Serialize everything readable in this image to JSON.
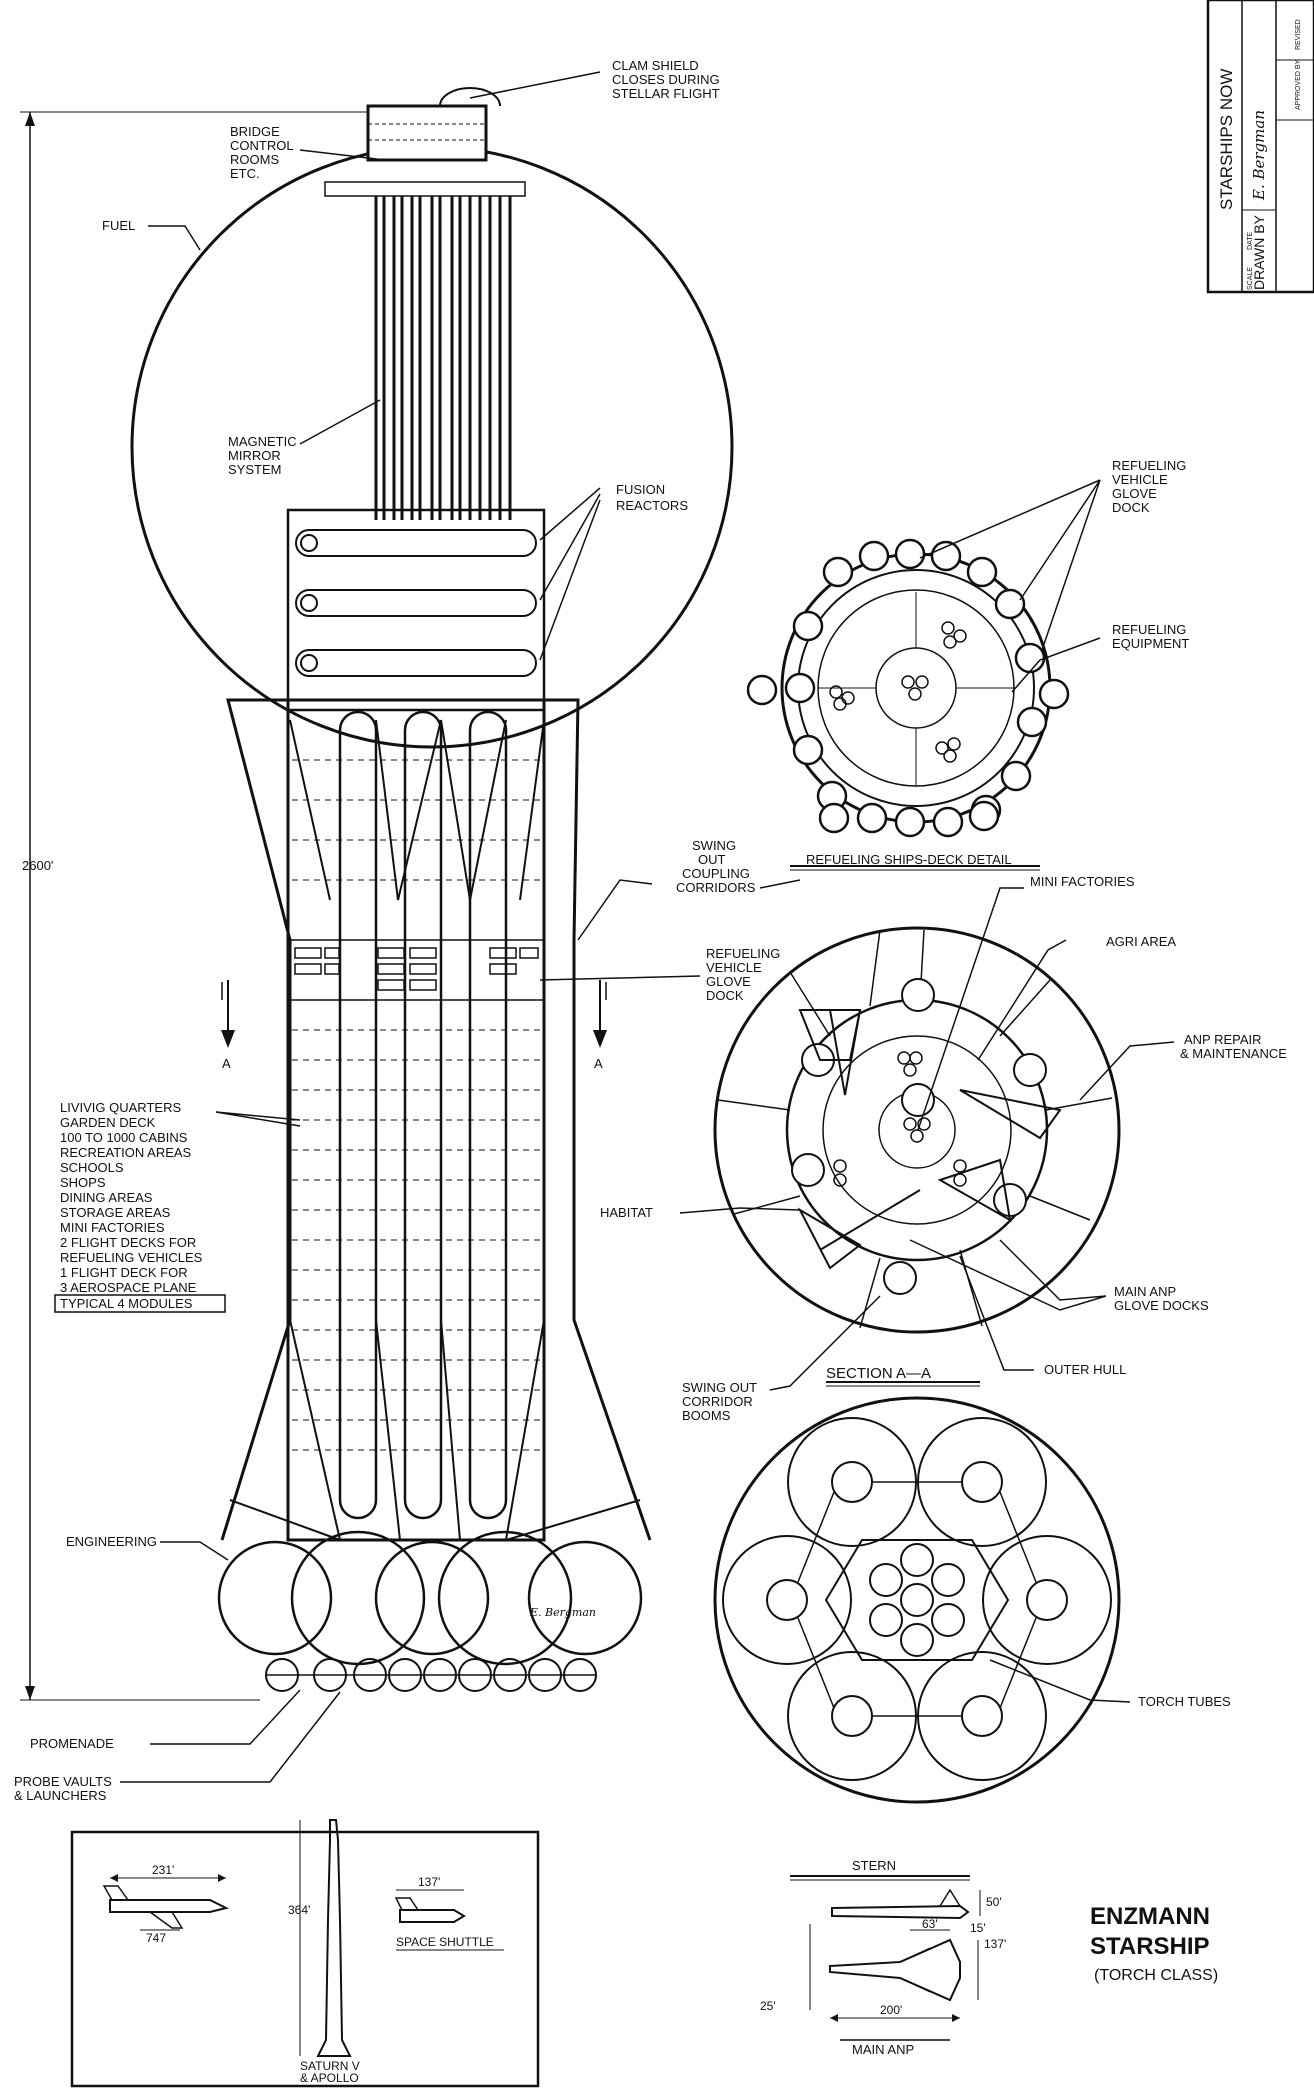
{
  "title_block": {
    "project": "STARSHIPS NOW",
    "drawn_by_label": "DRAWN BY",
    "signature": "E. Bergman",
    "small_labels": [
      "SCALE",
      "DATE",
      "DRAWN BY",
      "APPROVED BY",
      "REVISED"
    ]
  },
  "ship_labels": {
    "clam_shield": [
      "CLAM SHIELD",
      "CLOSES DURING",
      "STELLAR FLIGHT"
    ],
    "bridge": [
      "BRIDGE",
      "CONTROL",
      "ROOMS",
      "ETC."
    ],
    "fuel": "FUEL",
    "magnetic_mirror": [
      "MAGNETIC",
      "MIRROR",
      "SYSTEM"
    ],
    "fusion_reactors": [
      "FUSION",
      "REACTORS"
    ],
    "height": "2600'",
    "swing_out_coupling": [
      "SWING",
      "OUT",
      "COUPLING",
      "CORRIDORS"
    ],
    "refueling_glove_dock": [
      "REFUELING",
      "VEHICLE",
      "GLOVE",
      "DOCK"
    ],
    "section_marker": "A",
    "living_quarters": [
      "LIVIVIG QUARTERS",
      "GARDEN DECK",
      "100 TO 1000 CABINS",
      "RECREATION AREAS",
      "SCHOOLS",
      "SHOPS",
      "DINING AREAS",
      "STORAGE AREAS",
      "MINI FACTORIES",
      "2 FLIGHT DECKS FOR",
      "REFUELING VEHICLES",
      "1 FLIGHT DECK FOR",
      "3 AEROSPACE PLANE"
    ],
    "typical_modules": "TYPICAL 4 MODULES",
    "engineering": "ENGINEERING",
    "promenade": "PROMENADE",
    "probe_vaults": [
      "PROBE VAULTS",
      "& LAUNCHERS"
    ],
    "signature_on_ship": "E. Bergman"
  },
  "deck_detail": {
    "refueling_vehicle_dock": [
      "REFUELING",
      "VEHICLE",
      "GLOVE",
      "DOCK"
    ],
    "refueling_equipment": [
      "REFUELING",
      "EQUIPMENT"
    ],
    "caption": "REFUELING SHIPS-DECK DETAIL"
  },
  "section_aa": {
    "mini_factories": "MINI FACTORIES",
    "agri_area": "AGRI AREA",
    "anp_repair": [
      "ANP REPAIR",
      "& MAINTENANCE"
    ],
    "habitat": "HABITAT",
    "main_anp_docks": [
      "MAIN ANP",
      "GLOVE DOCKS"
    ],
    "outer_hull": "OUTER HULL",
    "swing_out_booms": [
      "SWING OUT",
      "CORRIDOR",
      "BOOMS"
    ],
    "caption": "SECTION A—A"
  },
  "torch_section": {
    "torch_tubes": "TORCH TUBES"
  },
  "comparison": {
    "b747_dim": "231'",
    "b747_name": "747",
    "saturn_dim": "364'",
    "saturn_name": [
      "SATURN V",
      "& APOLLO"
    ],
    "shuttle_dim": "137'",
    "shuttle_name": "SPACE SHUTTLE"
  },
  "main_anp": {
    "stern": "STERN",
    "dim_50": "50'",
    "dim_15": "15'",
    "dim_63": "63'",
    "dim_137": "137'",
    "dim_25": "25'",
    "dim_200": "200'",
    "caption": "MAIN ANP"
  },
  "main_title": {
    "line1": "ENZMANN",
    "line2": "STARSHIP",
    "line3": "(TORCH CLASS)"
  }
}
